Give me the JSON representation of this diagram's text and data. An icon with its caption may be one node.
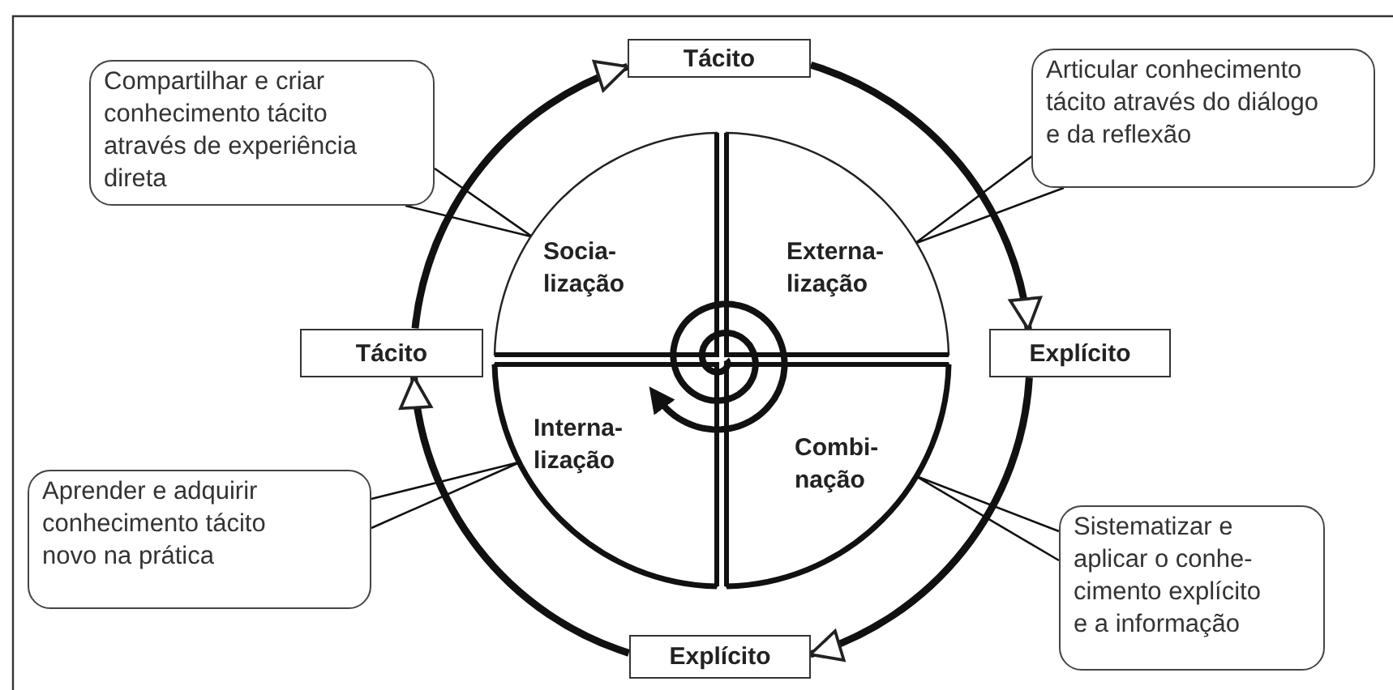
{
  "diagram": {
    "nodes": [
      {
        "text": [
          "Compartilhar e criar conhecimento tácito através de experiência direta"
        ]
      },
      {
        "text": [
          "Tácito"
        ]
      },
      {
        "text": [
          "Articular conhecimento tácito através do diálogo e da reflexão"
        ]
      },
      {
        "text": [
          "Socia- lização"
        ]
      },
      {
        "text": [
          "Externa- lização"
        ]
      },
      {
        "text": [
          "Tácito"
        ]
      },
      {
        "text": [
          "Explícito"
        ]
      },
      {
        "text": [
          "Interna- lização"
        ]
      },
      {
        "text": [
          "Combi- nação"
        ]
      },
      {
        "text": [
          "Aprender e adquirir conhecimento tácito novo na prática"
        ]
      },
      {
        "text": [
          "Sistematizar e aplicar o conhe- cimento explícito e a informação"
        ]
      },
      {
        "text": [
          "Explícito"
        ]
      },
      {
        "text": [],
        "shape": "spiral"
      }
    ],
    "edges": [
      {
        "from": 5,
        "to": 1,
        "arrow": "to",
        "style": "thick"
      },
      {
        "from": 1,
        "to": 6,
        "arrow": "to",
        "style": "thick"
      },
      {
        "from": 6,
        "to": 11,
        "arrow": "to",
        "style": "thick"
      },
      {
        "from": 11,
        "to": 5,
        "arrow": "to",
        "style": "thick"
      },
      {
        "from": 0,
        "to": 3,
        "arrow": "none"
      },
      {
        "from": 2,
        "to": 4,
        "arrow": "none"
      },
      {
        "from": 9,
        "to": 7,
        "arrow": "none"
      },
      {
        "from": 10,
        "to": 8,
        "arrow": "none"
      }
    ]
  }
}
